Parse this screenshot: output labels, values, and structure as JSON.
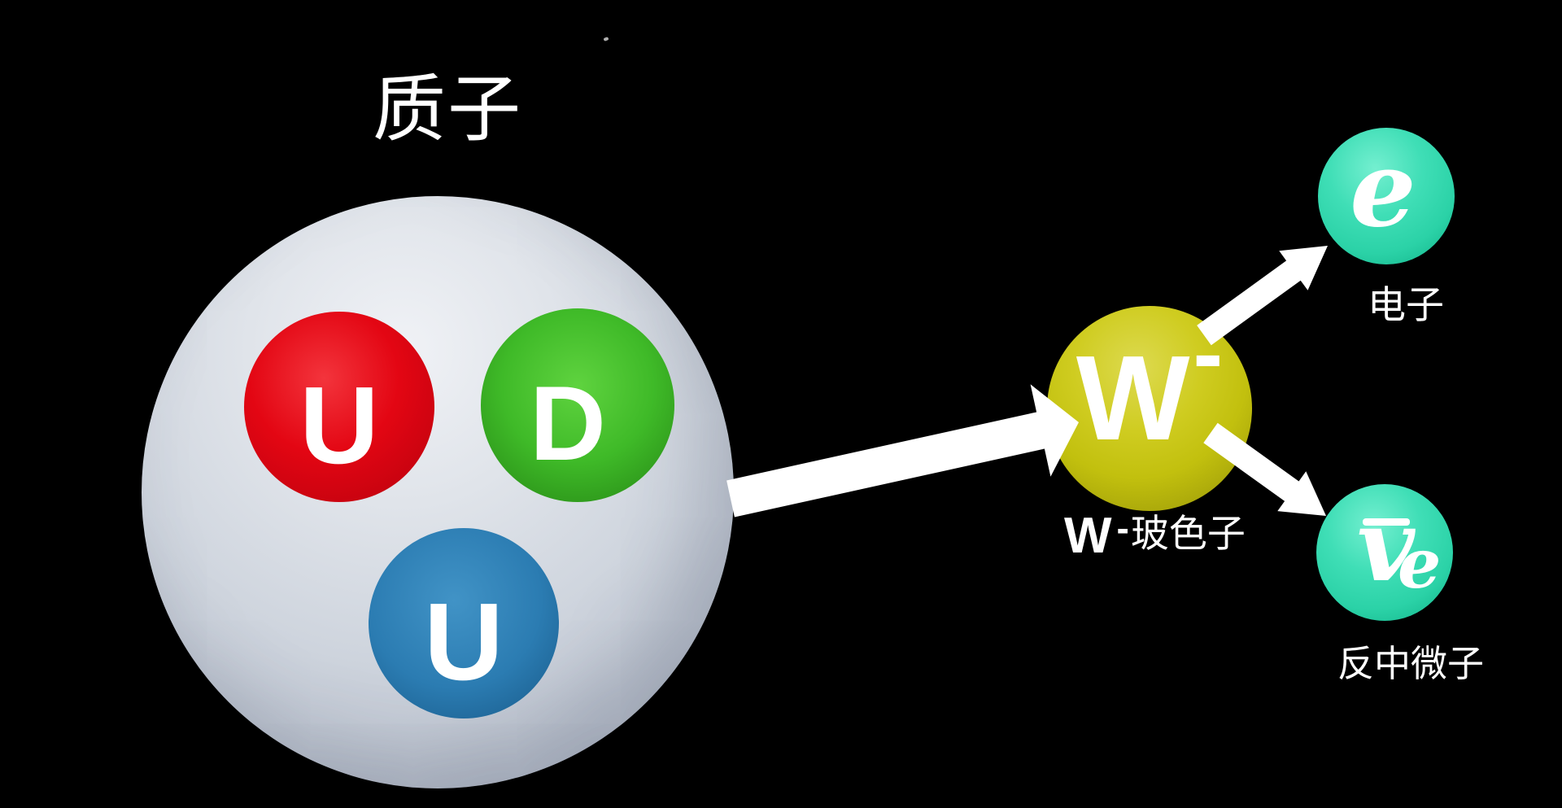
{
  "diagram": {
    "background_color": "#000000",
    "arrow_color": "#ffffff",
    "text_color": "#ffffff"
  },
  "proton": {
    "title": "质子",
    "sphere_color": "#d0d6df",
    "quarks": [
      {
        "symbol": "U",
        "color": "#e30613"
      },
      {
        "symbol": "D",
        "color": "#3fba28"
      },
      {
        "symbol": "U",
        "color": "#2b7cb2"
      }
    ]
  },
  "w_boson": {
    "symbol": "W",
    "charge": "-",
    "color": "#c2c00e",
    "caption": {
      "w": "W",
      "minus": "-",
      "text": "玻色子"
    }
  },
  "electron": {
    "symbol": "e",
    "color": "#2ed5ac",
    "caption": "电子"
  },
  "antineutrino": {
    "symbol": "v",
    "overbar": true,
    "subscript": "e",
    "color": "#2ed5ac",
    "caption": "反中微子"
  }
}
